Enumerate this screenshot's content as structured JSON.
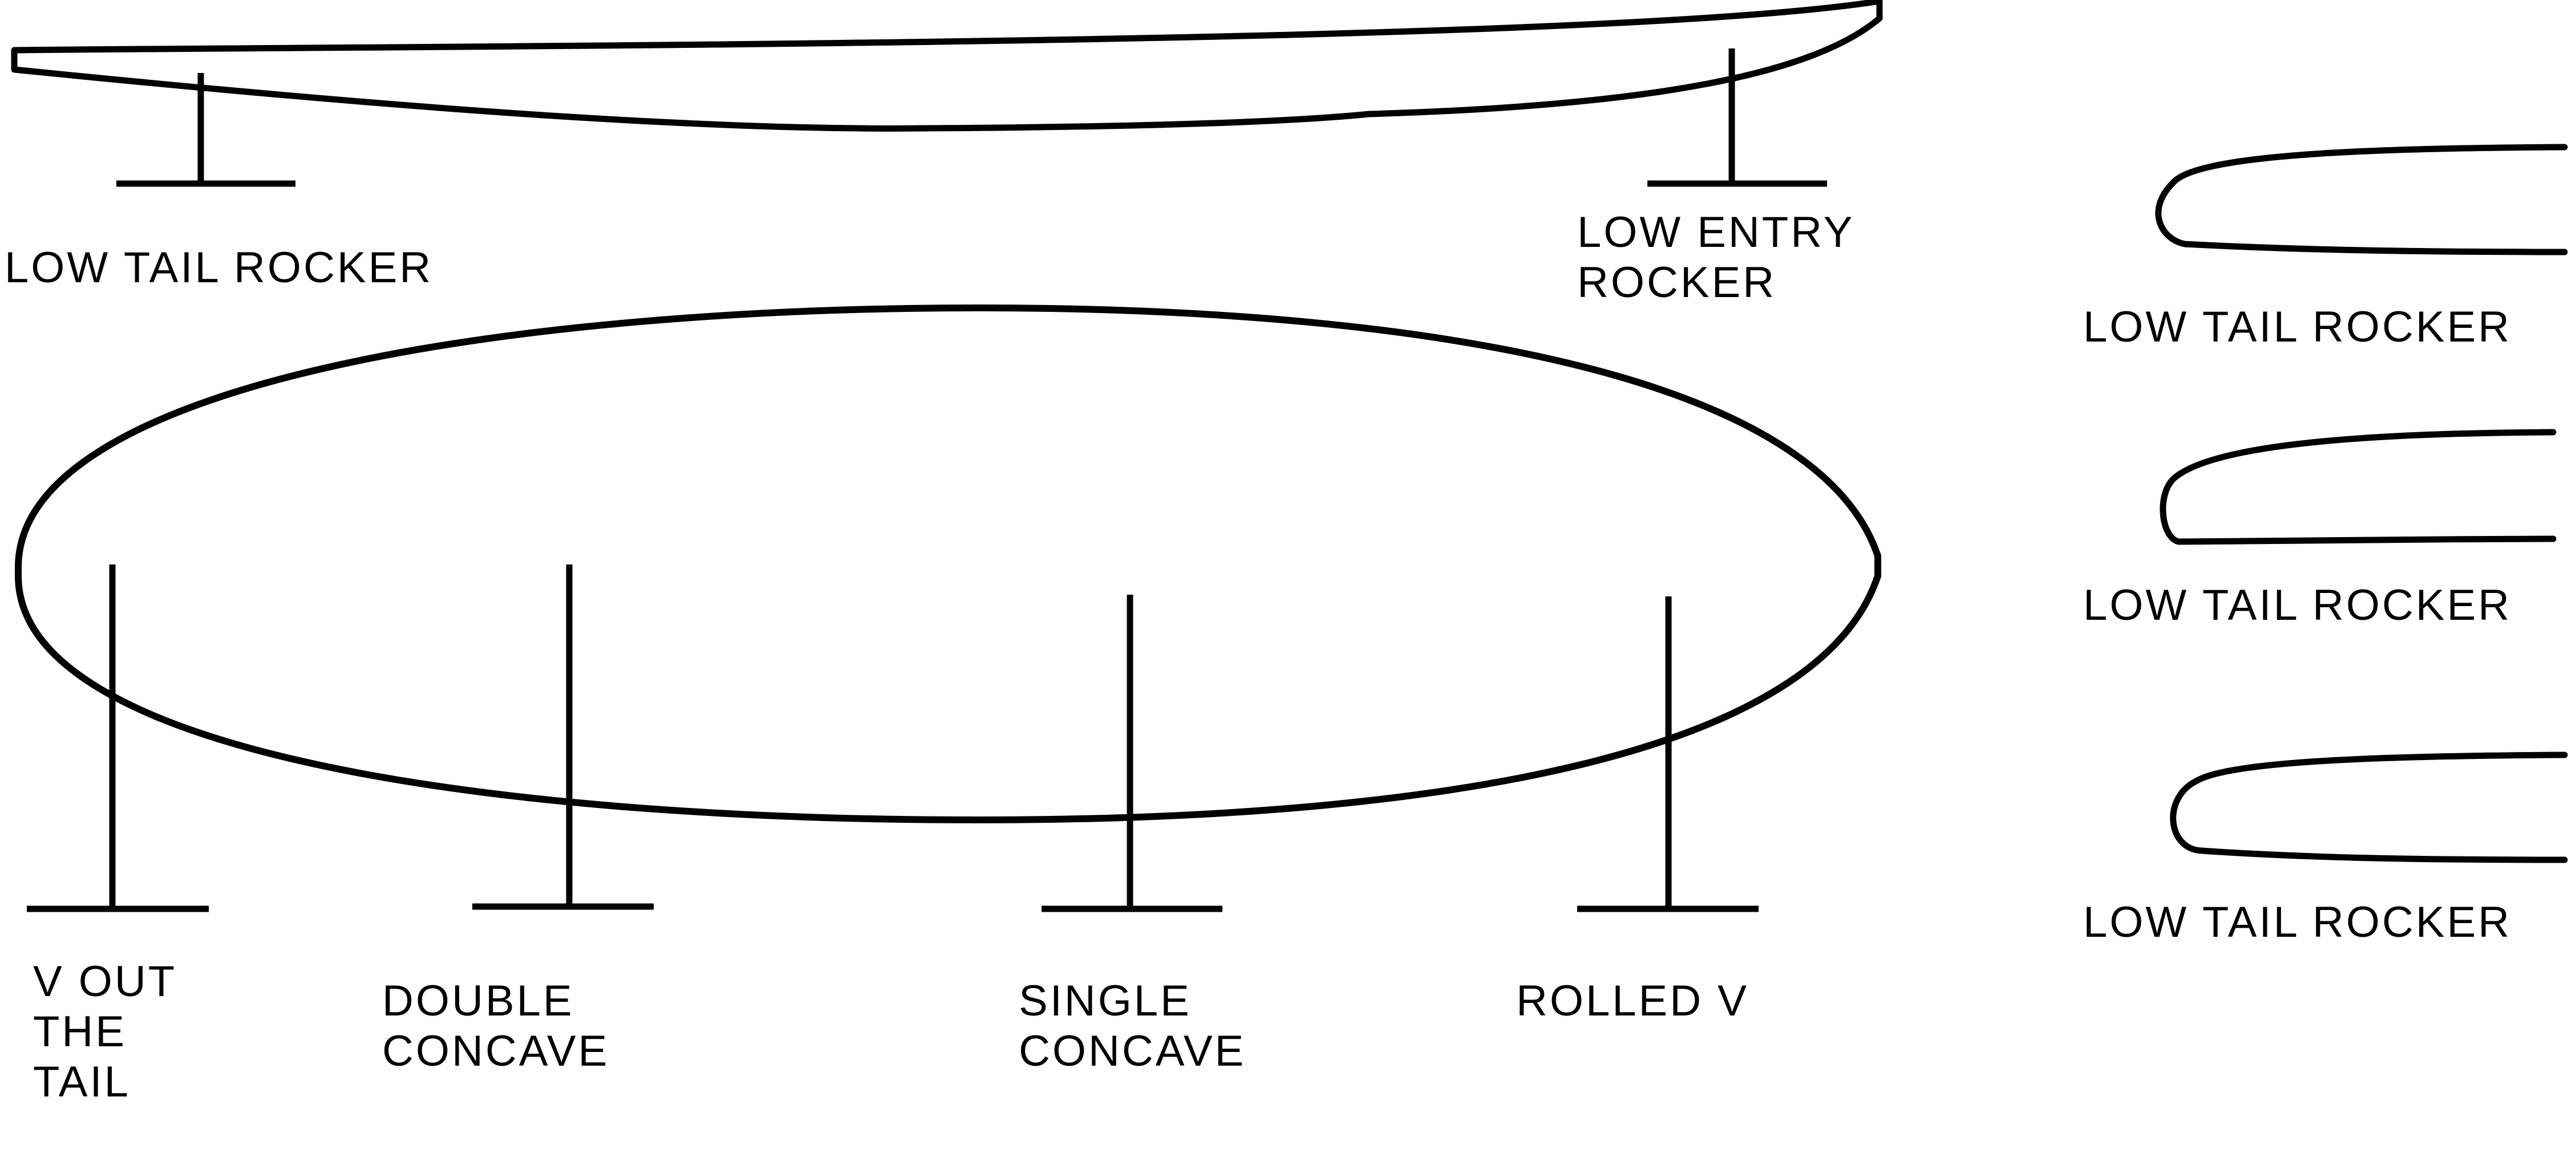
{
  "colors": {
    "stroke": "#000000",
    "background": "#ffffff"
  },
  "rocker": {
    "tail_label": "LOW TAIL ROCKER",
    "entry_label_line1": "LOW ENTRY",
    "entry_label_line2": "ROCKER"
  },
  "bottom_contours": {
    "v_out_line1": "V OUT",
    "v_out_line2": "THE",
    "v_out_line3": "TAIL",
    "double_line1": "DOUBLE",
    "double_line2": "CONCAVE",
    "single_line1": "SINGLE",
    "single_line2": "CONCAVE",
    "rolled_v": "ROLLED V"
  },
  "rail_profiles": [
    {
      "label": "LOW TAIL ROCKER"
    },
    {
      "label": "LOW TAIL ROCKER"
    },
    {
      "label": "LOW TAIL ROCKER"
    }
  ]
}
